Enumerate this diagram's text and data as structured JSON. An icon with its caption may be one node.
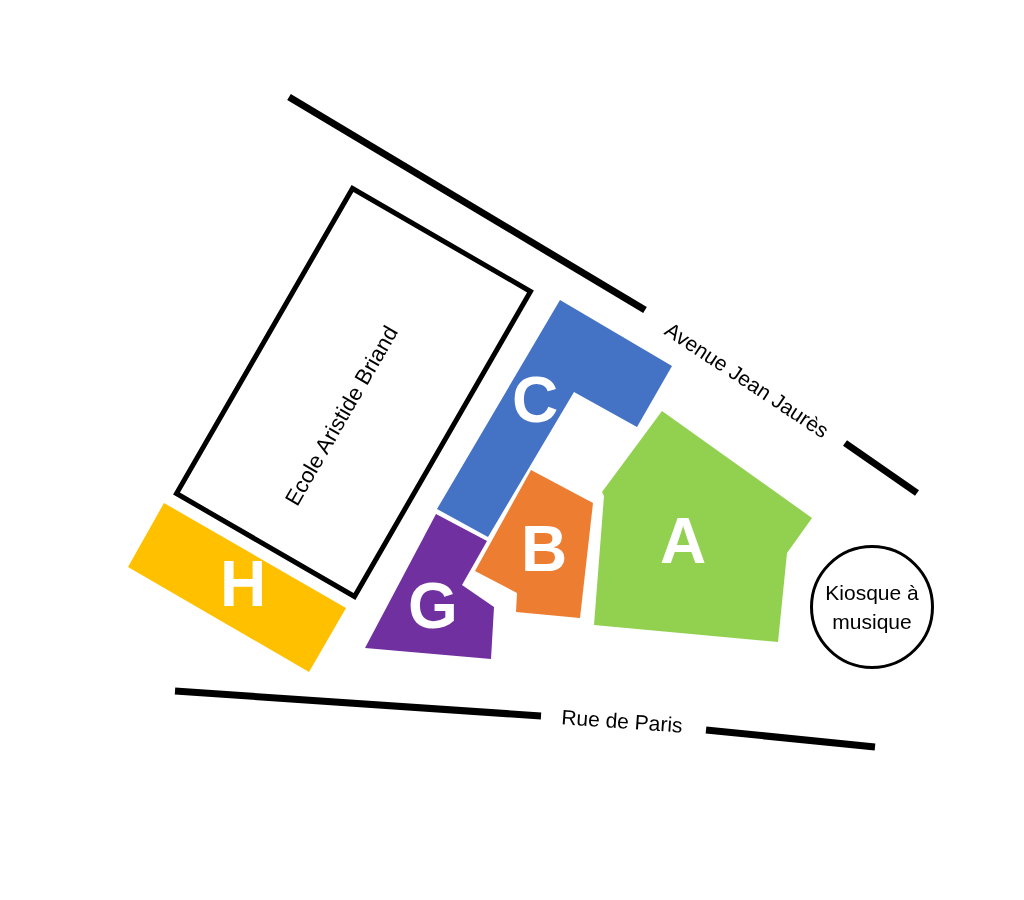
{
  "diagram": {
    "nodes": [
      {
        "text": [
          "Ecole Aristide Briand"
        ]
      },
      {
        "text": [
          "C"
        ]
      },
      {
        "text": [
          "A"
        ]
      },
      {
        "text": [
          "B"
        ]
      },
      {
        "text": [
          "H"
        ]
      },
      {
        "text": [
          "G"
        ]
      },
      {
        "text": [
          "Kiosque à musique"
        ]
      }
    ],
    "labels": [
      "Avenue Jean Jaurès",
      "Rue de Paris"
    ]
  }
}
